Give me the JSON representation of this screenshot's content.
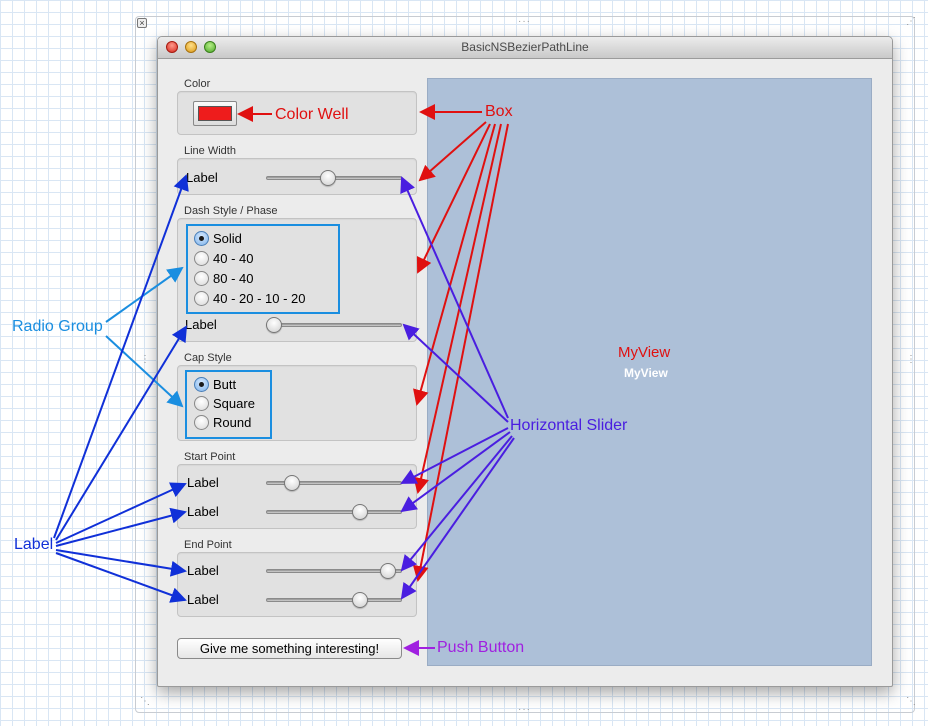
{
  "window": {
    "title": "BasicNSBezierPathLine"
  },
  "groups": {
    "color": {
      "title": "Color"
    },
    "line_width": {
      "title": "Line Width",
      "label": "Label",
      "slider_value": 0.45
    },
    "dash": {
      "title": "Dash Style / Phase",
      "options": [
        "Solid",
        "40 - 40",
        "80 - 40",
        "40 - 20 - 10 - 20"
      ],
      "selected": "Solid",
      "label": "Label",
      "slider_value": 0.0
    },
    "cap": {
      "title": "Cap Style",
      "options": [
        "Butt",
        "Square",
        "Round"
      ],
      "selected": "Butt"
    },
    "start": {
      "title": "Start Point",
      "labels": [
        "Label",
        "Label"
      ],
      "slider_values": [
        0.15,
        0.72
      ]
    },
    "end": {
      "title": "End Point",
      "labels": [
        "Label",
        "Label"
      ],
      "slider_values": [
        0.95,
        0.72
      ]
    }
  },
  "myview": {
    "text_red": "MyView",
    "text_white": "MyView",
    "color": "#adc0d8"
  },
  "push_button": {
    "label": "Give me something interesting!"
  },
  "color_well": {
    "color": "#ee1c1c"
  },
  "annotations": {
    "color_well": "Color Well",
    "box": "Box",
    "radio_group": "Radio Group",
    "horizontal_slider": "Horizontal Slider",
    "label": "Label",
    "push_button": "Push Button"
  },
  "colors": {
    "annot_red": "#e01010",
    "annot_blue": "#1030d8",
    "annot_cyan": "#1a8ee0",
    "annot_indigo": "#4a1ee0",
    "annot_purple": "#a020e0"
  }
}
